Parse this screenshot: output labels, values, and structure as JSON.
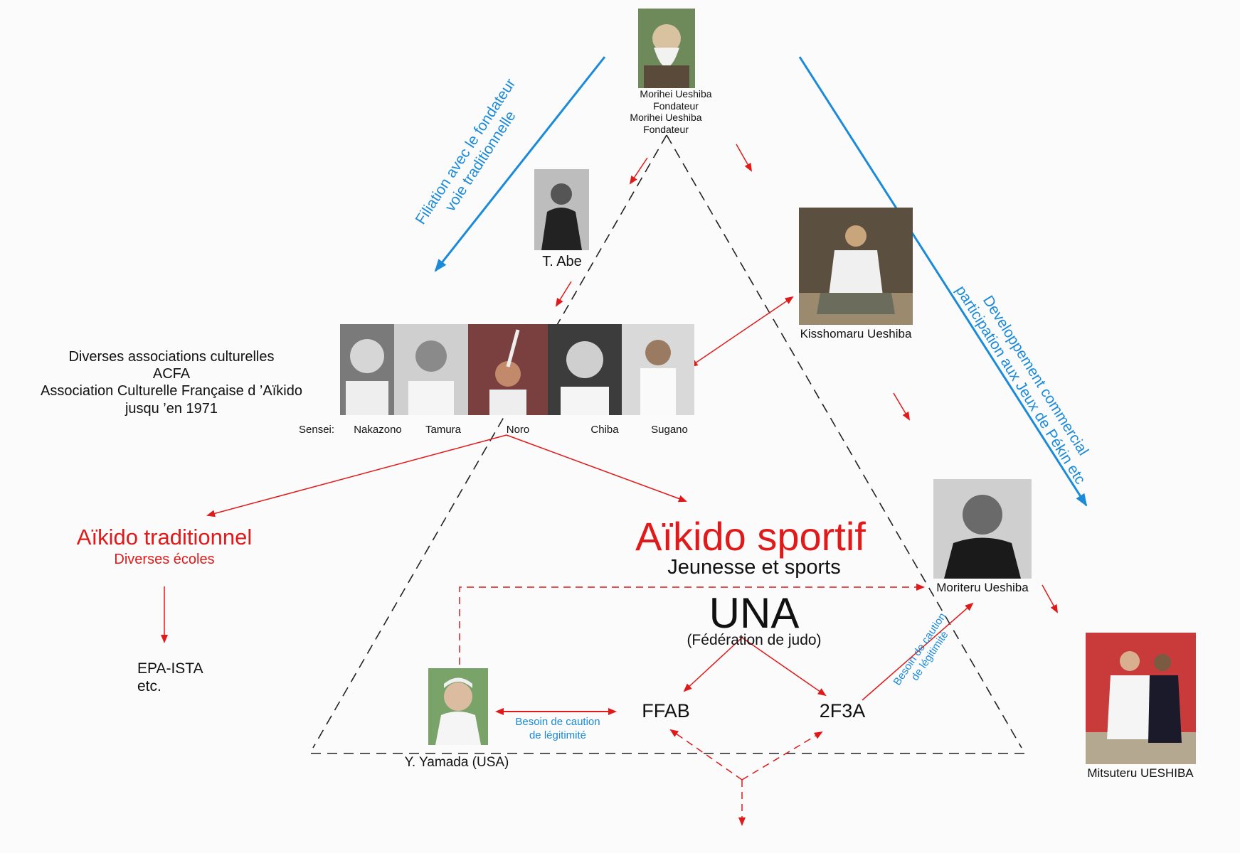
{
  "founder": {
    "name": "Morihei Ueshiba",
    "role": "Fondateur",
    "name2": "Morihei Ueshiba",
    "role2": "Fondateur"
  },
  "abe": {
    "name": "T. Abe"
  },
  "kisshomaru": {
    "name": "Kisshomaru Ueshiba"
  },
  "moriteru": {
    "name": "Moriteru Ueshiba"
  },
  "mitsuteru": {
    "name": "Mitsuteru UESHIBA"
  },
  "yamada": {
    "name": "Y. Yamada (USA)"
  },
  "sensei": {
    "prefix": "Sensei:",
    "names": [
      "Nakazono",
      "Tamura",
      "Noro",
      "Chiba",
      "Sugano"
    ]
  },
  "associations": {
    "lines": [
      "Diverses associations culturelles",
      "ACFA",
      "Association Culturelle Française d ’Aïkido",
      "jusqu ’en 1971"
    ]
  },
  "left_branch": {
    "title": "Aïkido traditionnel",
    "subtitle": "Diverses écoles",
    "result_lines": [
      "EPA-ISTA",
      "etc."
    ]
  },
  "center": {
    "title": "Aïkido sportif",
    "subtitle": "Jeunesse et sports",
    "una": "UNA",
    "una_sub": "(Fédération de judo)",
    "ffab": "FFAB",
    "f2f3a": "2F3A"
  },
  "notes": {
    "filiation_line1": "Filiation avec le fondateur",
    "filiation_line2": "voie traditionnelle",
    "dev_line1": "Developpement commercial",
    "dev_line2": "participation aux Jeux de Pékin etc",
    "caution_h_line1": "Besoin de caution",
    "caution_h_line2": "de légitimité",
    "caution_d_line1": "Besoin de caution",
    "caution_d_line2": "de légitimité"
  },
  "colors": {
    "red": "#e01a1a",
    "blue": "#1a8ad9",
    "dash": "#222222"
  }
}
